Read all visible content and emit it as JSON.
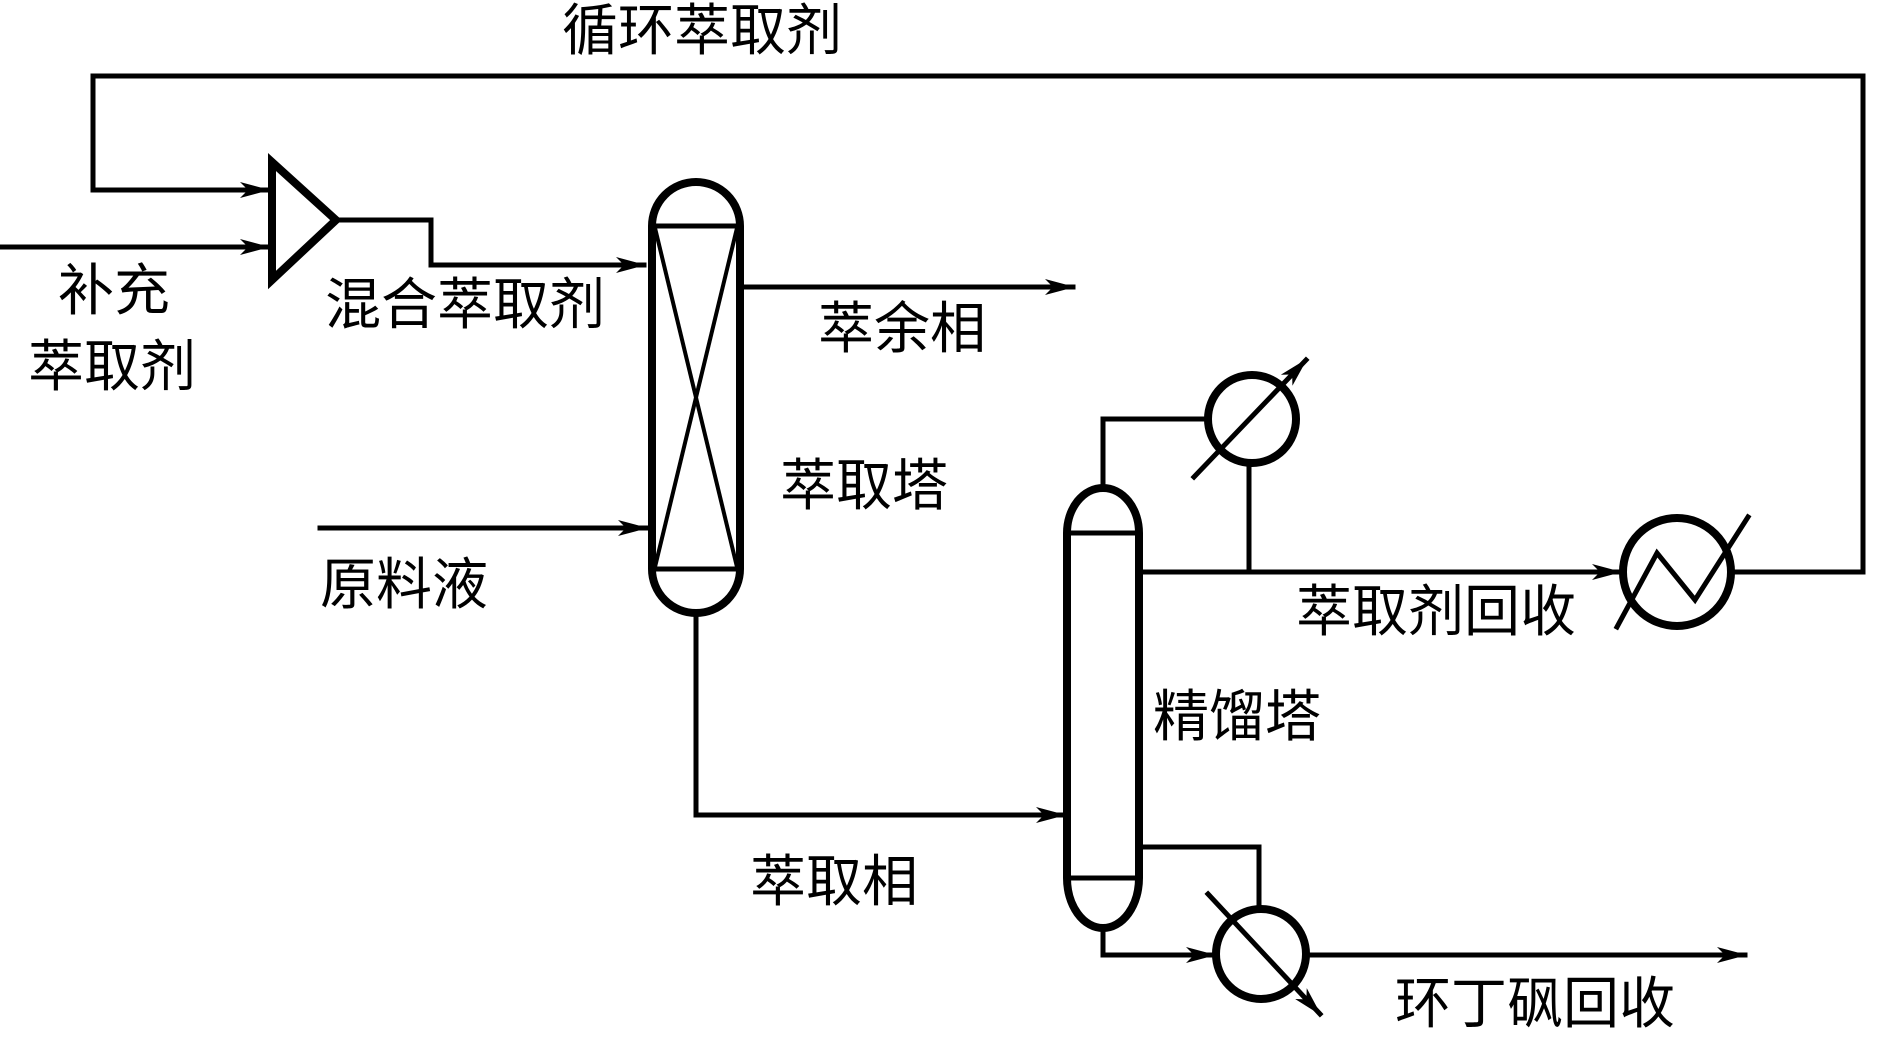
{
  "diagram": {
    "title": "萃取精馏工艺流程",
    "colors": {
      "line": "#000000",
      "background": "#ffffff"
    },
    "labels": {
      "recycle_solvent": "循环萃取剂",
      "makeup_line1": "补充",
      "makeup_line2": "萃取剂",
      "mixed_solvent": "混合萃取剂",
      "raffinate": "萃余相",
      "extraction_column": "萃取塔",
      "feed": "原料液",
      "extract_phase": "萃取相",
      "distillation_column": "精馏塔",
      "solvent_recovery": "萃取剂回收",
      "sulfolane_recovery": "环丁砜回收"
    },
    "equipment": [
      {
        "id": "mixer",
        "type": "mixer"
      },
      {
        "id": "extraction-column",
        "type": "packed-column",
        "label_key": "extraction_column"
      },
      {
        "id": "distillation-column",
        "type": "column",
        "label_key": "distillation_column"
      },
      {
        "id": "condenser",
        "type": "heat-exchanger"
      },
      {
        "id": "reboiler",
        "type": "heat-exchanger"
      },
      {
        "id": "cooler",
        "type": "cooler"
      }
    ],
    "streams": [
      {
        "from": "cooler",
        "to": "mixer",
        "label_key": "recycle_solvent"
      },
      {
        "from": "external",
        "to": "mixer",
        "label_key": "makeup_line1"
      },
      {
        "from": "mixer",
        "to": "extraction-column",
        "label_key": "mixed_solvent"
      },
      {
        "from": "extraction-column",
        "to": "external",
        "label_key": "raffinate"
      },
      {
        "from": "external",
        "to": "extraction-column",
        "label_key": "feed"
      },
      {
        "from": "extraction-column",
        "to": "distillation-column",
        "label_key": "extract_phase"
      },
      {
        "from": "distillation-column",
        "to": "cooler",
        "label_key": "solvent_recovery"
      },
      {
        "from": "reboiler",
        "to": "external",
        "label_key": "sulfolane_recovery"
      }
    ]
  }
}
